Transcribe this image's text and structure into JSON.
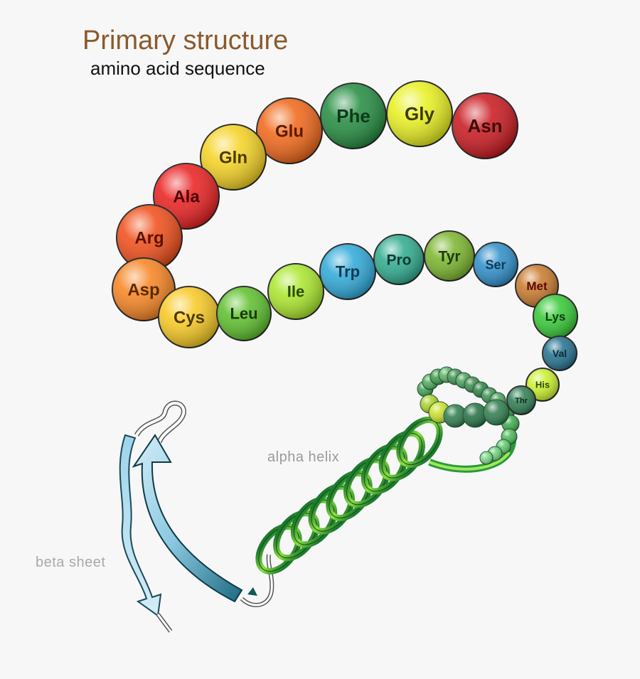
{
  "title": "Primary structure",
  "subtitle": "amino acid sequence",
  "labels": {
    "alpha_helix": "alpha helix",
    "beta_sheet": "beta sheet"
  },
  "amino_acids": [
    {
      "name": "Asn",
      "color": "#c8141a"
    },
    {
      "name": "Gly",
      "color": "#e8f01a"
    },
    {
      "name": "Phe",
      "color": "#1f8a3c"
    },
    {
      "name": "Glu",
      "color": "#f06414"
    },
    {
      "name": "Gln",
      "color": "#f5d21e"
    },
    {
      "name": "Ala",
      "color": "#ea1c1c"
    },
    {
      "name": "Arg",
      "color": "#f04a14"
    },
    {
      "name": "Asp",
      "color": "#f7821e"
    },
    {
      "name": "Cys",
      "color": "#f7c81e"
    },
    {
      "name": "Leu",
      "color": "#5abe28"
    },
    {
      "name": "Ile",
      "color": "#a8e628"
    },
    {
      "name": "Trp",
      "color": "#2aa8d8"
    },
    {
      "name": "Pro",
      "color": "#2aaa8c"
    },
    {
      "name": "Tyr",
      "color": "#78b428"
    },
    {
      "name": "Ser",
      "color": "#2a8cc8"
    },
    {
      "name": "Met",
      "color": "#c87828"
    },
    {
      "name": "Lys",
      "color": "#32c832"
    },
    {
      "name": "Val",
      "color": "#1e6e8c"
    },
    {
      "name": "His",
      "color": "#c8f028"
    },
    {
      "name": "Thr",
      "color": "#2a7a50"
    }
  ]
}
